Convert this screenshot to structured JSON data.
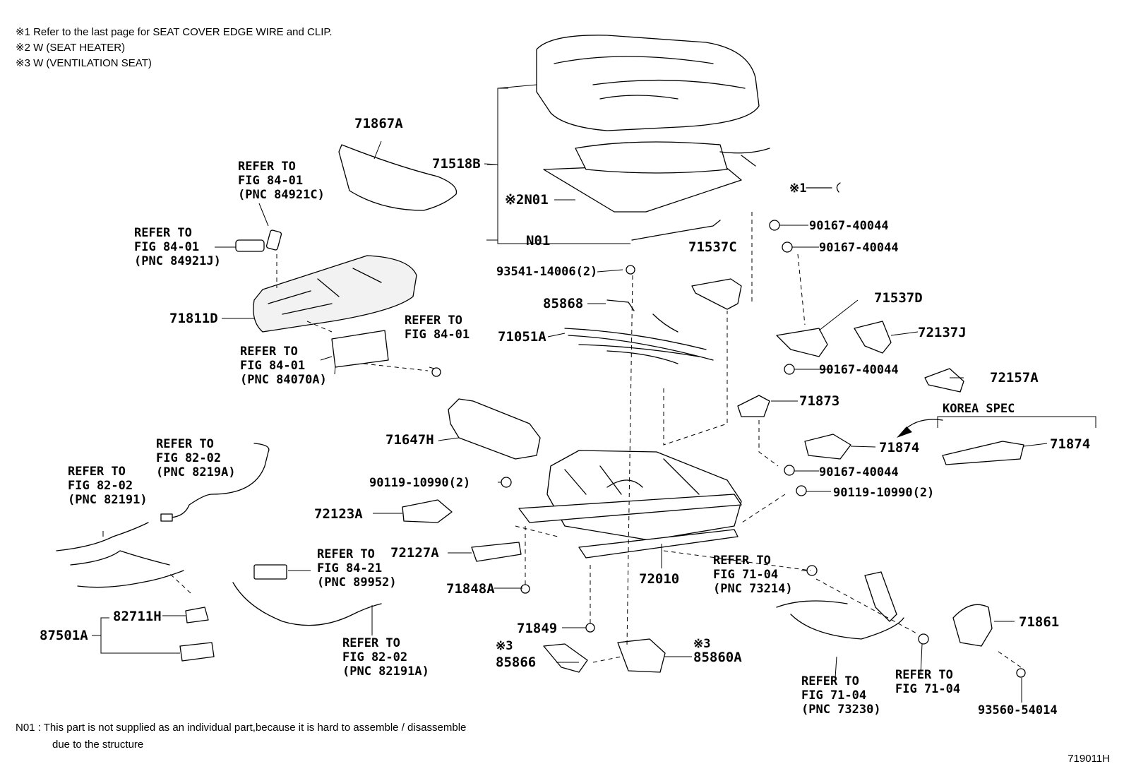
{
  "header_notes": [
    "※1  Refer to the last page for SEAT COVER EDGE WIRE and CLIP.",
    "※2  W (SEAT  HEATER)",
    "※3  W (VENTILATION  SEAT)"
  ],
  "footer_note": {
    "line1": "N01 : This part is not supplied as an individual part,because it is hard to assemble / disassemble",
    "line2": "due to the structure"
  },
  "figure_id": "719011H",
  "mark_note1": "※1",
  "korea_spec": "KOREA SPEC",
  "part_labels": {
    "p71867A": "71867A",
    "p71518B": "71518B",
    "pN01_heater": "※2N01",
    "pN01": "N01",
    "p71811D": "71811D",
    "p71537C": "71537C",
    "p93541": "93541-14006(2)",
    "p85868": "85868",
    "p71051A": "71051A",
    "p90167_a": "90167-40044",
    "p90167_b": "90167-40044",
    "p71537D": "71537D",
    "p72137J": "72137J",
    "p90167_c": "90167-40044",
    "p72157A": "72157A",
    "p71873": "71873",
    "p71874": "71874",
    "p71874_korea": "71874",
    "p90167_d": "90167-40044",
    "p71647H": "71647H",
    "p90119_a": "90119-10990(2)",
    "p90119_b": "90119-10990(2)",
    "p72123A": "72123A",
    "p72127A": "72127A",
    "p71848A": "71848A",
    "p72010": "72010",
    "p71849": "71849",
    "p85866_mark": "※3",
    "p85866": "85866",
    "p85860A_mark": "※3",
    "p85860A": "85860A",
    "p82711H": "82711H",
    "p87501A": "87501A",
    "p71861": "71861",
    "p93560": "93560-54014"
  },
  "refer_blocks": {
    "r84921C": [
      "REFER TO",
      "FIG 84-01",
      "(PNC 84921C)"
    ],
    "r84921J": [
      "REFER TO",
      "FIG 84-01",
      "(PNC 84921J)"
    ],
    "r84070A": [
      "REFER TO",
      "FIG 84-01",
      "(PNC 84070A)"
    ],
    "r84_01_bolt": [
      "REFER TO",
      "FIG 84-01"
    ],
    "r8219A": [
      "REFER TO",
      "FIG 82-02",
      "(PNC 8219A)"
    ],
    "r82191": [
      "REFER TO",
      "FIG 82-02",
      "(PNC 82191)"
    ],
    "r89952": [
      "REFER TO",
      "FIG 84-21",
      "(PNC 89952)"
    ],
    "r82191A": [
      "REFER TO",
      "FIG 82-02",
      "(PNC 82191A)"
    ],
    "r73214": [
      "REFER TO",
      "FIG 71-04",
      "(PNC 73214)"
    ],
    "r73230": [
      "REFER TO",
      "FIG 71-04",
      "(PNC 73230)"
    ],
    "r71_04": [
      "REFER TO",
      "FIG 71-04"
    ]
  }
}
